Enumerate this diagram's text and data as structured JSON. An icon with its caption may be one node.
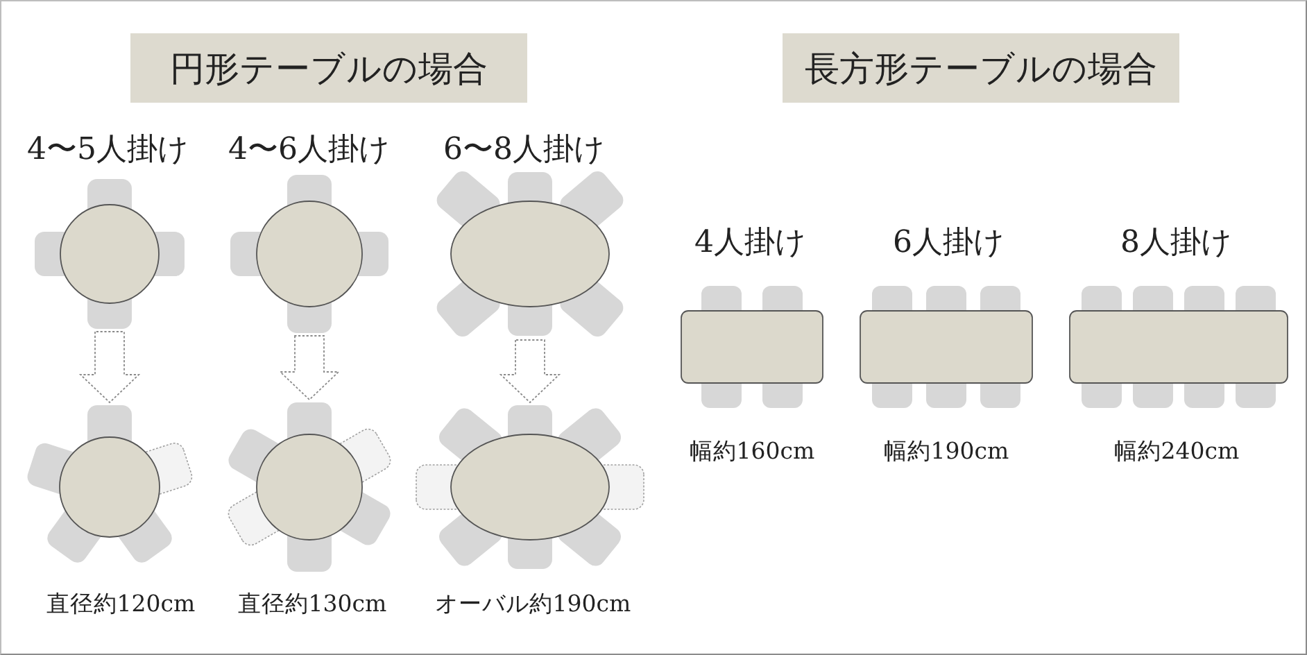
{
  "diagram": {
    "nodes": [
      {
        "text": [
          "円形テーブルの場合"
        ]
      },
      {
        "text": [],
        "shape": "circle",
        "beside": [
          "4〜5人掛け"
        ]
      },
      {
        "text": [],
        "shape": "circle",
        "beside": [
          "4〜6人掛け"
        ]
      },
      {
        "text": [],
        "shape": "ellipse",
        "beside": [
          "6〜8人掛け"
        ]
      },
      {
        "text": [],
        "shape": "circle",
        "beside": [
          "直径約120cm"
        ]
      },
      {
        "text": [],
        "shape": "circle",
        "beside": [
          "直径約130cm"
        ]
      },
      {
        "text": [],
        "shape": "ellipse",
        "beside": [
          "オーバル約190cm"
        ]
      },
      {
        "text": [
          "長方形テーブルの場合"
        ]
      },
      {
        "text": [],
        "shape": "box",
        "beside": [
          "4人掛け",
          "幅約160cm"
        ]
      },
      {
        "text": [],
        "shape": "box",
        "beside": [
          "6人掛け",
          "幅約190cm"
        ]
      },
      {
        "text": [],
        "shape": "box",
        "beside": [
          "8人掛け",
          "幅約240cm"
        ]
      }
    ],
    "edges": [
      {
        "from": 1,
        "to": 4,
        "arrow": "to",
        "style": "dashed"
      },
      {
        "from": 2,
        "to": 5,
        "arrow": "to",
        "style": "dashed"
      },
      {
        "from": 3,
        "to": 6,
        "arrow": "to",
        "style": "dashed"
      }
    ]
  }
}
